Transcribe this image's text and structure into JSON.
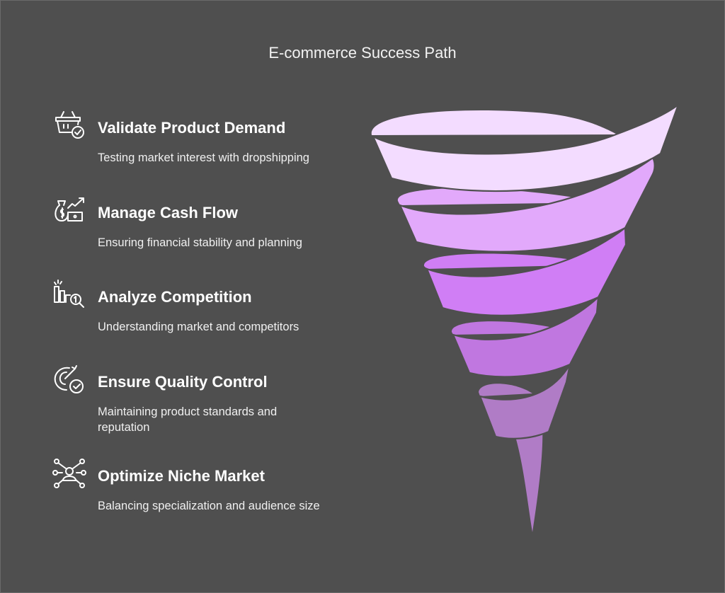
{
  "title": "E-commerce Success Path",
  "items": [
    {
      "heading": "Validate Product Demand",
      "description": "Testing market interest with dropshipping",
      "icon": "basket-check-icon"
    },
    {
      "heading": "Manage Cash Flow",
      "description": "Ensuring financial stability and planning",
      "icon": "money-growth-icon"
    },
    {
      "heading": "Analyze Competition",
      "description": "Understanding market and competitors",
      "icon": "chart-search-icon"
    },
    {
      "heading": "Ensure Quality Control",
      "description": "Maintaining product standards and reputation",
      "icon": "target-check-icon"
    },
    {
      "heading": "Optimize Niche Market",
      "description": "Balancing specialization and audience size",
      "icon": "network-person-icon"
    }
  ],
  "colors": {
    "background": "#4f4f4f",
    "levels": [
      "#f3dcff",
      "#e2a9fb",
      "#d07ef5",
      "#c077e0",
      "#b07cc6"
    ]
  }
}
